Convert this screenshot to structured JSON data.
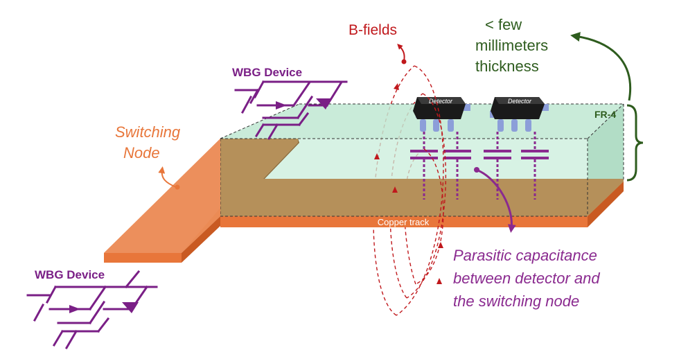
{
  "labels": {
    "wbg_device_top": "WBG Device",
    "wbg_device_bottom": "WBG Device",
    "switching_node": [
      "Switching",
      "Node"
    ],
    "b_fields": "B-fields",
    "thickness": [
      "< few",
      "millimeters",
      "thickness"
    ],
    "fr4": "FR-4",
    "copper_track": "Copper track",
    "parasitic": [
      "Parasitic capacitance",
      "between detector and",
      "the switching node"
    ],
    "detector_1": "Detector",
    "detector_2": "Detector"
  },
  "colors": {
    "copper": "#e8763a",
    "copper_dark": "#c95a22",
    "board": "#bfe8d2",
    "board_side": "#aad9c0",
    "track_top": "#b5905a",
    "device": "#7a1f86",
    "b_field": "#c0181c",
    "thickness": "#2e5c1e",
    "capacitor": "#8a2a8f",
    "chip": "#1a1a1a",
    "pin": "#8c9ed9"
  }
}
